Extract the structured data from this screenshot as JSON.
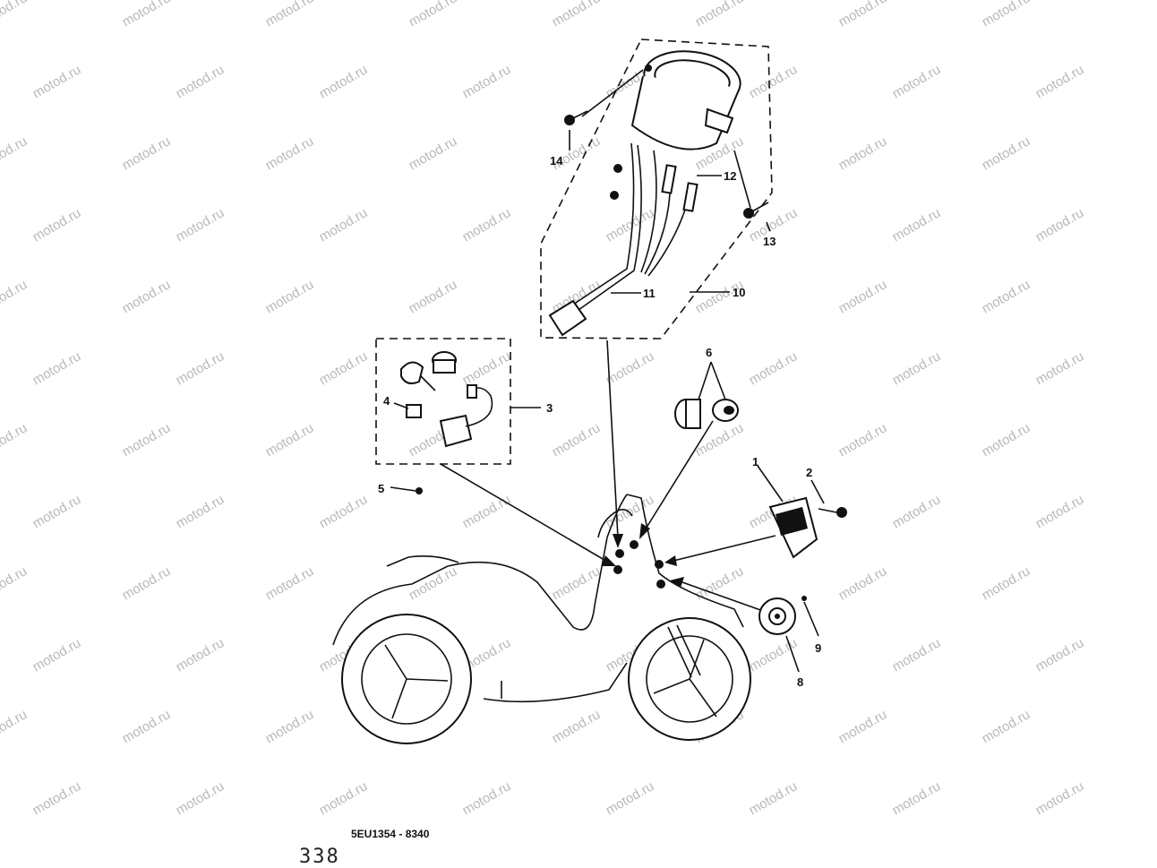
{
  "diagram": {
    "watermark_text": "motod.ru",
    "drawing_code": "5EU1354 - 8340",
    "page_number": "338",
    "callouts": {
      "c1": "1",
      "c2": "2",
      "c3": "3",
      "c4": "4",
      "c5": "5",
      "c6": "6",
      "c8": "8",
      "c9": "9",
      "c10": "10",
      "c11": "11",
      "c12": "12",
      "c13": "13",
      "c14": "14"
    }
  }
}
